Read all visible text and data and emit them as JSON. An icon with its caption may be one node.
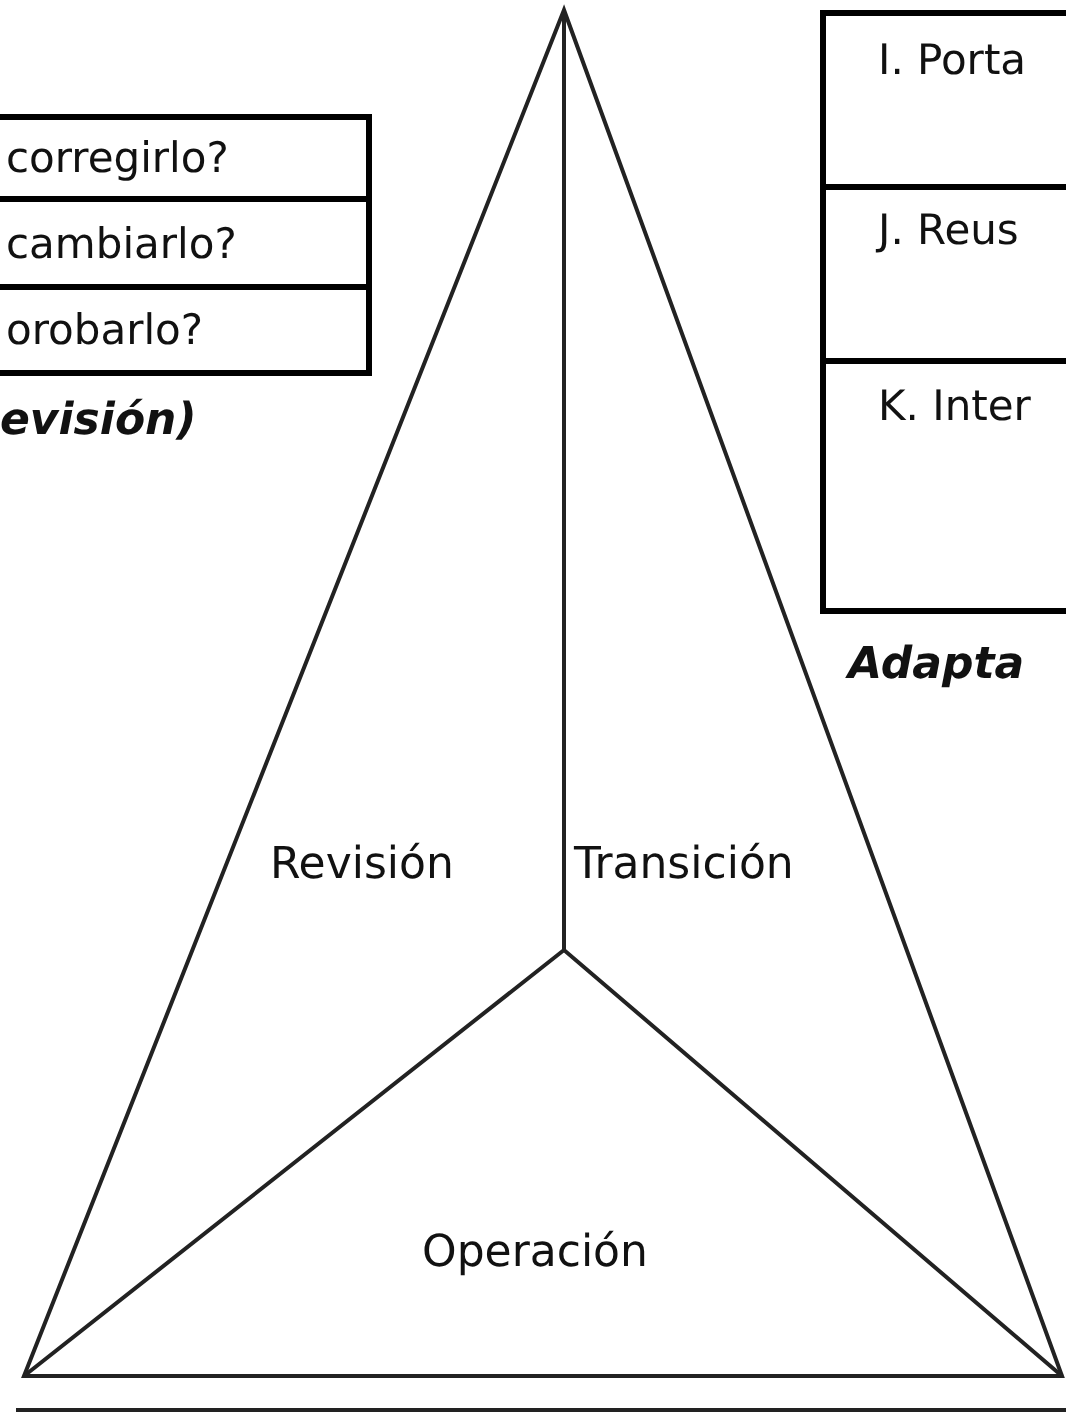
{
  "diagram": {
    "labels": [
      "corregirlo?",
      "cambiarlo?",
      "orobarlo?",
      "evisión)",
      "I. Porta",
      "J. Reus",
      "K. Inter",
      "Adapta",
      "Revisión",
      "Transición",
      "Operación"
    ]
  }
}
